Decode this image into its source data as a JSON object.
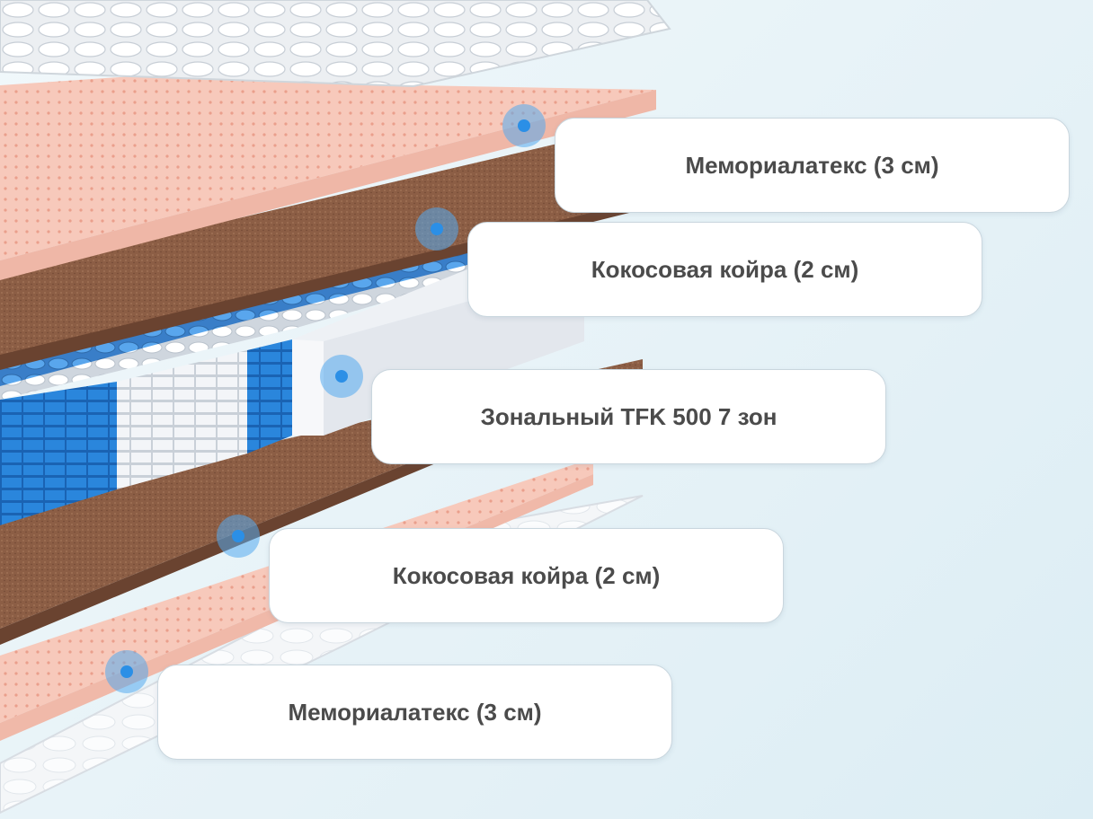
{
  "layers": [
    {
      "label": "Мемориалатекс (3 см)",
      "icon": "memory-latex-layer-icon"
    },
    {
      "label": "Кокосовая койра (2 см)",
      "icon": "coconut-coir-layer-icon"
    },
    {
      "label": "Зональный TFK 500 7 зон",
      "icon": "spring-block-icon"
    },
    {
      "label": "Кокосовая койра (2 см)",
      "icon": "coconut-coir-layer-icon"
    },
    {
      "label": "Мемориалатекс (3 см)",
      "icon": "memory-latex-layer-icon"
    }
  ],
  "colors": {
    "latex": "#f6c6b8",
    "coir": "#8a5c43",
    "spring_blue": "#2a86dc",
    "spring_white": "#f2f4f7",
    "marker": "#2b8fe6"
  }
}
